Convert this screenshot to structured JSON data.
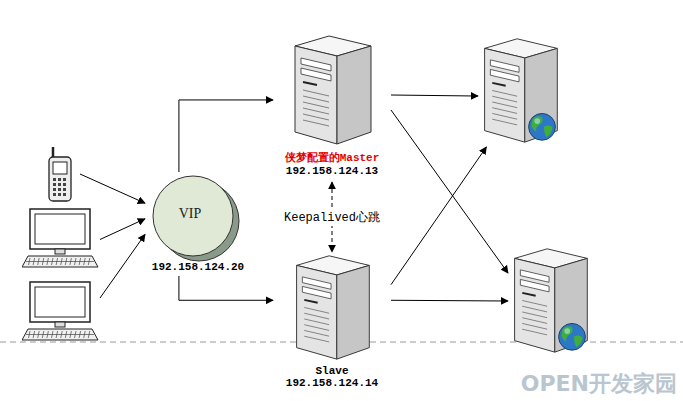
{
  "diagram": {
    "nodes": [
      {
        "text": []
      },
      {
        "text": []
      },
      {
        "text": []
      },
      {
        "text": [
          "VIP",
          "192.158.124.20"
        ]
      },
      {
        "text": [
          "侠梦配置的Master",
          "192.158.124.13"
        ]
      },
      {
        "text": [
          "Slave",
          "192.158.124.14"
        ]
      },
      {
        "text": []
      },
      {
        "text": []
      }
    ],
    "edges": [
      {
        "from": 0,
        "to": 3,
        "arrow": "to"
      },
      {
        "from": 1,
        "to": 3,
        "arrow": "to"
      },
      {
        "from": 2,
        "to": 3,
        "arrow": "to"
      },
      {
        "from": 3,
        "to": 4,
        "arrow": "to"
      },
      {
        "from": 3,
        "to": 5,
        "arrow": "to"
      },
      {
        "from": 4,
        "to": 5,
        "arrow": "both",
        "label": "Keepalived心跳"
      },
      {
        "from": 4,
        "to": 6,
        "arrow": "to"
      },
      {
        "from": 4,
        "to": 7,
        "arrow": "to"
      },
      {
        "from": 5,
        "to": 6,
        "arrow": "to"
      },
      {
        "from": 5,
        "to": 7,
        "arrow": "to"
      }
    ],
    "labels": [
      "OPEN开发家园"
    ]
  }
}
